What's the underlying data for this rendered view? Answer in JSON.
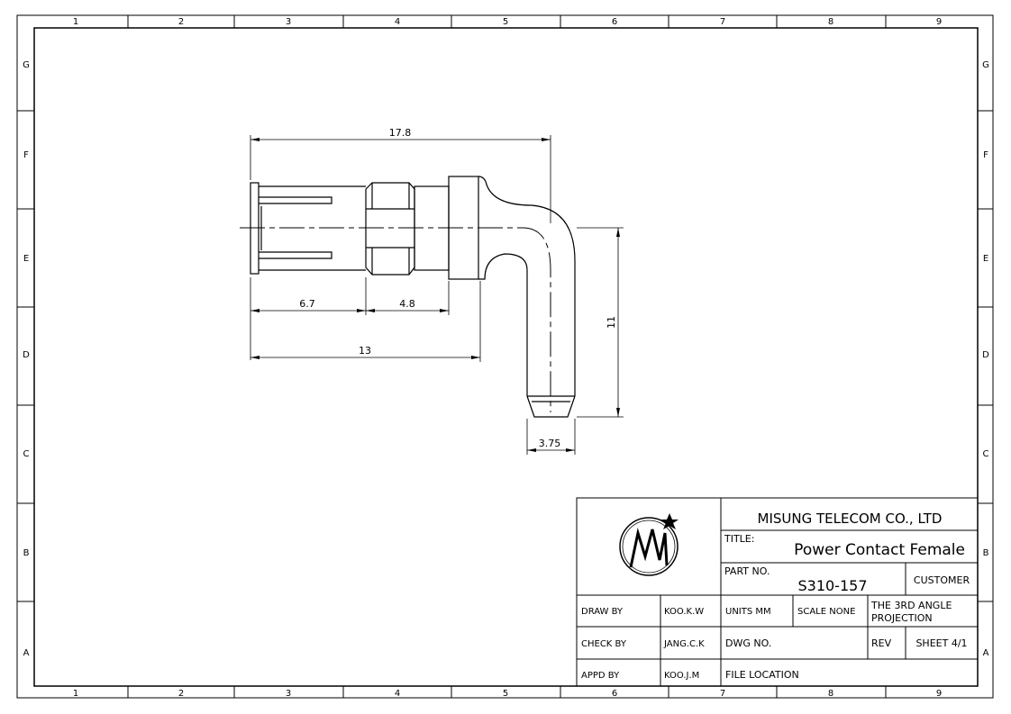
{
  "zones": {
    "columns": [
      "1",
      "2",
      "3",
      "4",
      "5",
      "6",
      "7",
      "8",
      "9"
    ],
    "rows": [
      "G",
      "F",
      "E",
      "D",
      "C",
      "B",
      "A"
    ]
  },
  "dimensions": {
    "overall_length": "17.8",
    "rear_length": "6.7",
    "mid_length": "4.8",
    "body_length": "13",
    "height": "11",
    "tip_width": "3.75"
  },
  "title_block": {
    "company": "MISUNG TELECOM CO., LTD",
    "title_label": "TITLE:",
    "title": "Power Contact Female",
    "part_no_label": "PART NO.",
    "part_no": "S310-157",
    "customer_label": "CUSTOMER",
    "draw_by_label": "DRAW BY",
    "draw_by": "KOO.K.W",
    "check_by_label": "CHECK BY",
    "check_by": "JANG.C.K",
    "appd_by_label": "APPD BY",
    "appd_by": "KOO.J.M",
    "units": "UNITS MM",
    "scale": "SCALE  NONE",
    "projection_line1": "THE 3RD ANGLE",
    "projection_line2": "PROJECTION",
    "dwg_no_label": "DWG NO.",
    "rev_label": "REV",
    "sheet": "SHEET 4/1",
    "file_location_label": "FILE LOCATION"
  }
}
